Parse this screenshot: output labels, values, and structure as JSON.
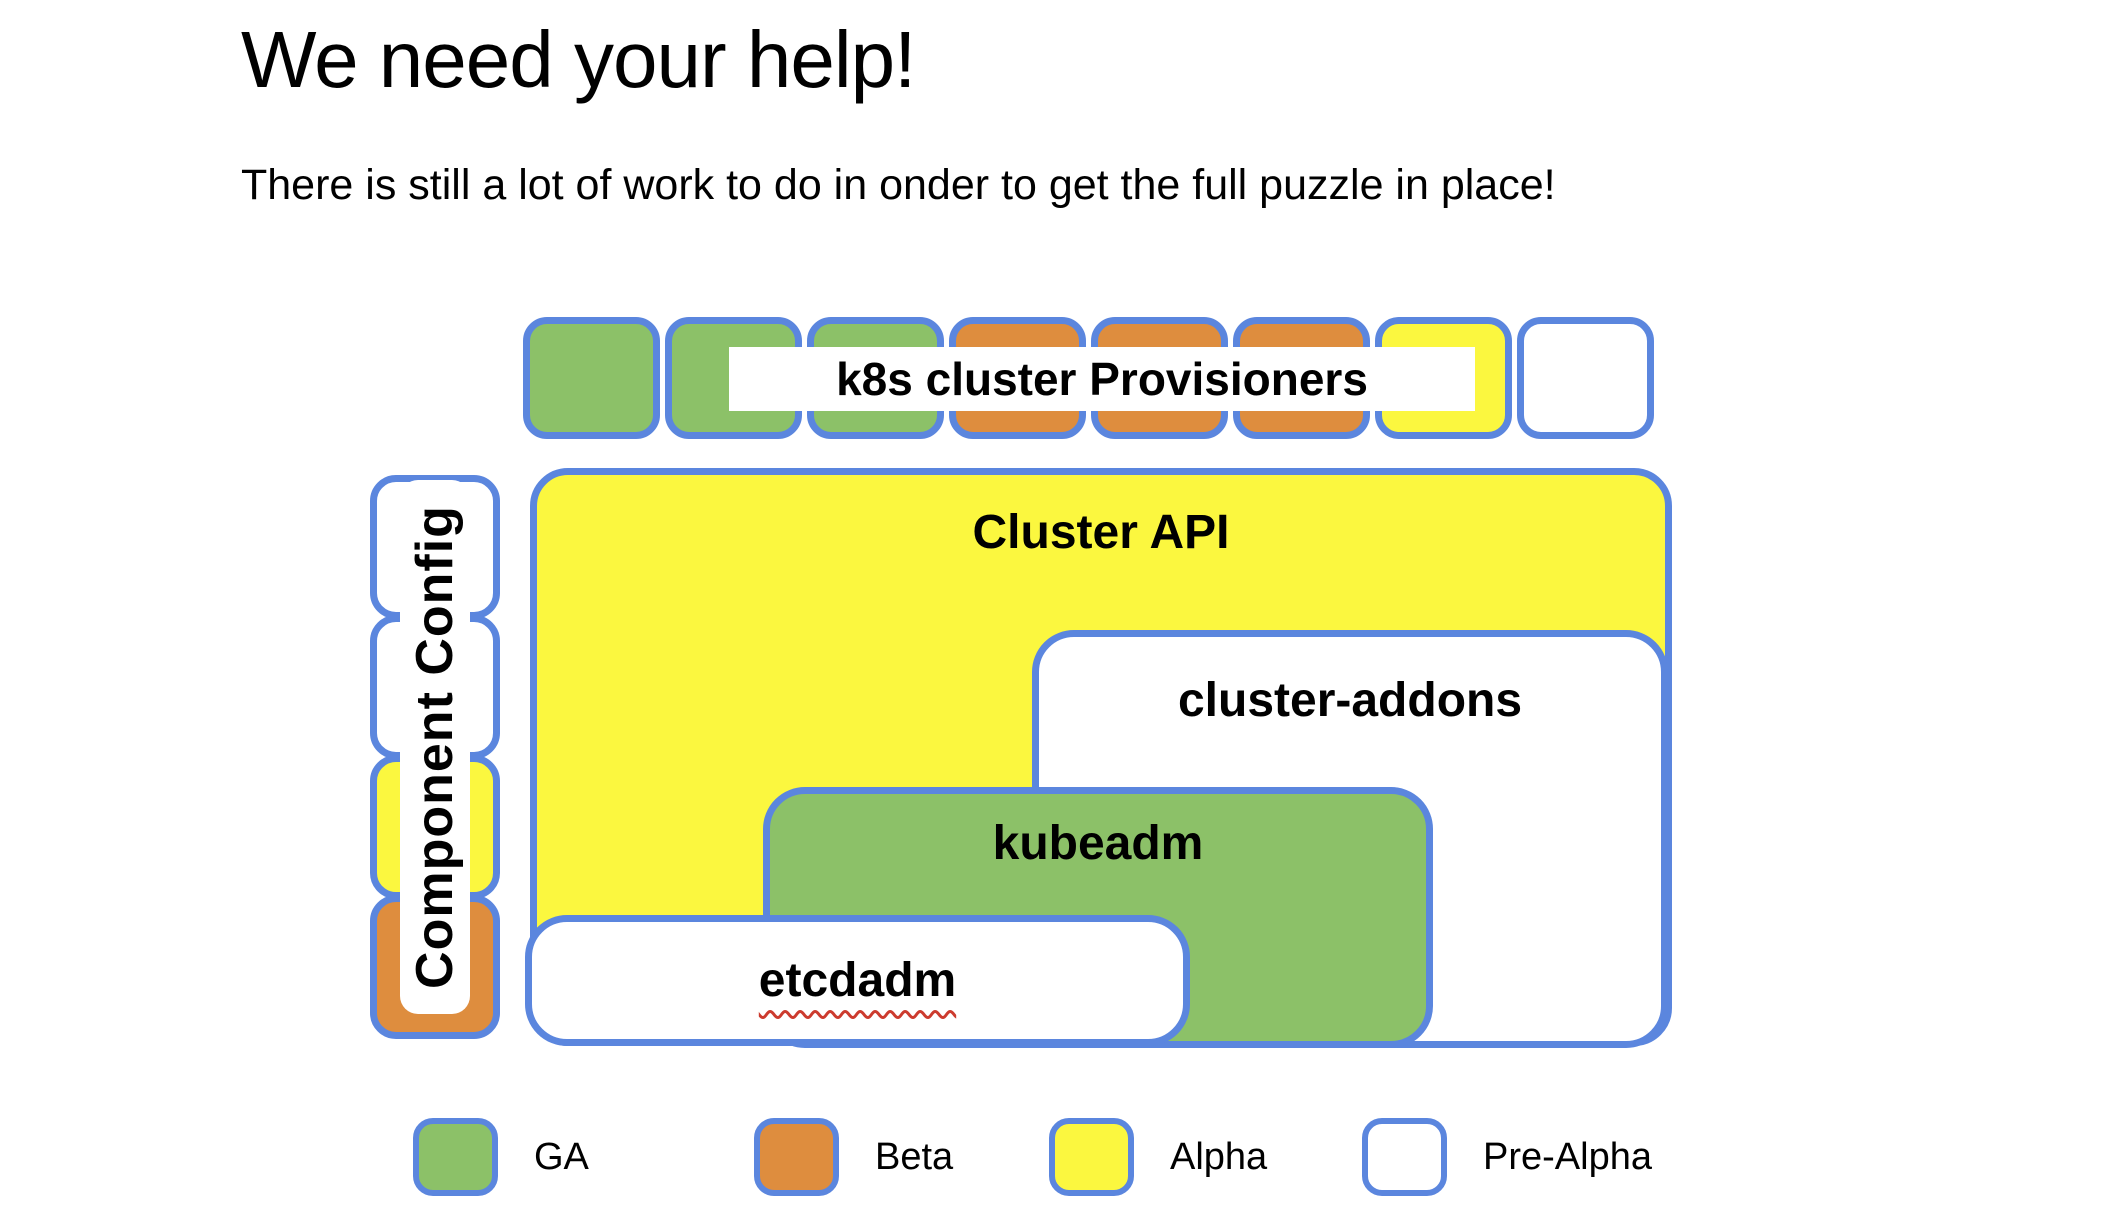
{
  "slide": {
    "title": "We need your help!",
    "subtitle": "There is still a lot of work to do in onder to get the full puzzle in place!"
  },
  "diagram": {
    "provisioners_row": {
      "label": "k8s cluster Provisioners",
      "pieces": [
        "ga",
        "ga",
        "ga",
        "beta",
        "beta",
        "beta",
        "alpha",
        "pre_alpha"
      ]
    },
    "component_config": {
      "label": "Component Config",
      "segments": [
        "pre_alpha",
        "pre_alpha",
        "alpha",
        "beta"
      ]
    },
    "boxes": {
      "cluster_api": "Cluster API",
      "cluster_addons": "cluster-addons",
      "kubeadm": "kubeadm",
      "etcdadm": "etcdadm"
    }
  },
  "legend": {
    "items": [
      {
        "label": "GA",
        "status": "ga"
      },
      {
        "label": "Beta",
        "status": "beta"
      },
      {
        "label": "Alpha",
        "status": "alpha"
      },
      {
        "label": "Pre-Alpha",
        "status": "pre_alpha"
      }
    ]
  },
  "colors": {
    "ga": "#8CC168",
    "beta": "#DE8D3E",
    "alpha": "#FBF73F",
    "pre_alpha": "#FFFFFF",
    "border": "#5B86DE",
    "text": "#000000",
    "squiggle": "#CC3B2E"
  }
}
